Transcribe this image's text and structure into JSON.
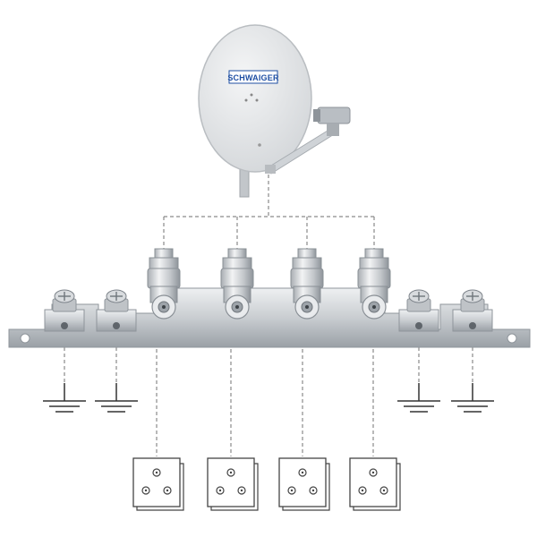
{
  "dish": {
    "brand": "SCHWAIGER",
    "brand_color": "#1f4fa3",
    "body_color": "#e4e6e8"
  },
  "colors": {
    "line": "#8a8a8a",
    "metal": "#c9cdd1",
    "metal_dark": "#9aa0a6",
    "ground": "#333333",
    "socket": "#444444"
  },
  "icons": [
    "satellite-dish-icon",
    "lnb-icon",
    "f-connector-icon",
    "ground-symbol-icon",
    "antenna-socket-icon",
    "ground-screw-terminal-icon"
  ],
  "ports": [
    {
      "id": "port-1"
    },
    {
      "id": "port-2"
    },
    {
      "id": "port-3"
    },
    {
      "id": "port-4"
    }
  ],
  "grounds": [
    {
      "id": "ground-1"
    },
    {
      "id": "ground-2"
    },
    {
      "id": "ground-3"
    },
    {
      "id": "ground-4"
    }
  ],
  "sockets": [
    {
      "id": "socket-1"
    },
    {
      "id": "socket-2"
    },
    {
      "id": "socket-3"
    },
    {
      "id": "socket-4"
    }
  ]
}
